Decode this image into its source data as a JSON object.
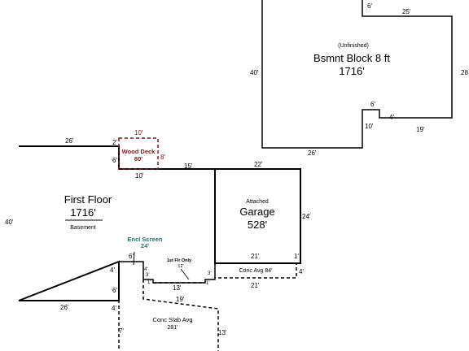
{
  "basement": {
    "note": "(Unfinished)",
    "title": "Bsmnt Block 8 ft",
    "area": "1716'",
    "dims": {
      "top_step": "6'",
      "top": "25'",
      "left": "40'",
      "right": "28",
      "notch_top": "6'",
      "notch_side": "10'",
      "notch_bottom": "4'",
      "bottom_right": "19'",
      "bottom_left": "26'"
    }
  },
  "first_floor": {
    "title": "First Floor",
    "area": "1716'",
    "sub": "Basement",
    "dims": {
      "top": "26'",
      "left": "40'",
      "bottom": "26'",
      "deck_step_top": "2'",
      "deck_step_side": "6'",
      "deck_bottom": "10'",
      "top_mid": "15'",
      "encl_top": "6'",
      "encl_side": "4'",
      "encl_gap": "6'",
      "bottom_left_step": "4'"
    }
  },
  "wood_deck": {
    "label": "Wood Deck",
    "area": "80'",
    "top": "10'",
    "right": "8'"
  },
  "garage": {
    "note": "Attached",
    "title": "Garage",
    "area": "528'",
    "dims": {
      "top": "22'",
      "right": "24'",
      "bottom": "21'",
      "small": "1'"
    }
  },
  "encl_screen": {
    "label": "Encl Screen",
    "area": "24'"
  },
  "first_flr_only": {
    "label": "1st Flr Only",
    "area": "12'",
    "width": "13'",
    "a": "4'",
    "b": "3'",
    "c": "1'",
    "d": "1'",
    "e": "3'"
  },
  "conc_avg": {
    "label": "Conc Avg 84'",
    "side": "4'",
    "bottom": "21'"
  },
  "conc_slab": {
    "label": "Conc Slab Avg",
    "area": "281'",
    "top": "19'",
    "left": "7'",
    "right": "13'"
  }
}
